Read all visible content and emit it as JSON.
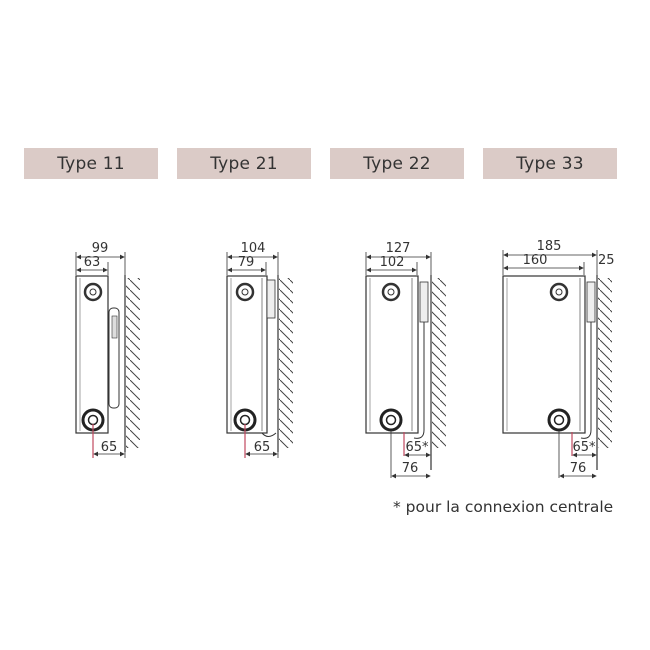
{
  "headers": [
    {
      "label": "Type 11"
    },
    {
      "label": "Type 21"
    },
    {
      "label": "Type 22"
    },
    {
      "label": "Type 33"
    }
  ],
  "diagrams": [
    {
      "type": "Type 11",
      "overall_depth": "99",
      "panel_depth": "63",
      "pipe_to_wall": "65"
    },
    {
      "type": "Type 21",
      "overall_depth": "104",
      "panel_depth": "79",
      "pipe_to_wall": "65"
    },
    {
      "type": "Type 22",
      "overall_depth": "127",
      "panel_depth": "102",
      "pipe_to_wall": "65*",
      "pipe_to_wall_alt": "76"
    },
    {
      "type": "Type 33",
      "overall_depth": "185",
      "panel_depth": "160",
      "bracket_depth": "25",
      "pipe_to_wall": "65*",
      "pipe_to_wall_alt": "76"
    }
  ],
  "footnote": "* pour la connexion centrale",
  "colors": {
    "header_bg": "#dbcbc7",
    "pipe_marker": "#c0485f",
    "line": "#333333"
  }
}
